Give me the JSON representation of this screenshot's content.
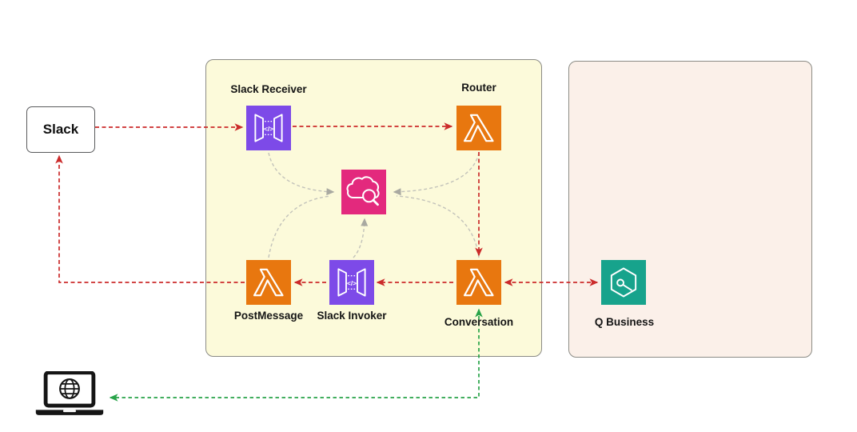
{
  "nodes": {
    "slack": {
      "label": "Slack"
    },
    "slack_receiver": {
      "label": "Slack Receiver",
      "icon": "api-gateway-icon"
    },
    "router": {
      "label": "Router",
      "icon": "lambda-icon"
    },
    "monitoring": {
      "icon": "cloudwatch-icon"
    },
    "post_message": {
      "label": "PostMessage",
      "icon": "lambda-icon"
    },
    "slack_invoker": {
      "label": "Slack Invoker",
      "icon": "api-gateway-icon"
    },
    "conversation": {
      "label": "Conversation",
      "icon": "lambda-icon"
    },
    "q_business": {
      "label": "Q Business",
      "icon": "q-business-icon"
    },
    "user_device": {
      "icon": "laptop-globe-icon"
    }
  },
  "icon_glyphs": {
    "api_gateway_code": "</>"
  },
  "colors": {
    "lambda": "#e8770f",
    "api_gateway": "#7d4ae8",
    "cloudwatch": "#e3297d",
    "q_business": "#17a38c",
    "group_yellow_bg": "#fcfada",
    "group_pink_bg": "#fbf0e9",
    "group_border": "#8b8b85",
    "red_arrow": "#cb2b2b",
    "green_arrow": "#27a348",
    "gray_arrow": "#c2c2ba",
    "icon_glyph": "#ffffff",
    "laptop": "#151515"
  },
  "connections": [
    {
      "from": "Slack",
      "to": "Slack Receiver",
      "style": "red-dashed"
    },
    {
      "from": "Slack Receiver",
      "to": "Router",
      "style": "red-dashed"
    },
    {
      "from": "Router",
      "to": "Conversation",
      "style": "red-dashed"
    },
    {
      "from": "Conversation",
      "to": "Q Business",
      "style": "red-dashed-bidirectional"
    },
    {
      "from": "Conversation",
      "to": "Slack Invoker",
      "style": "red-dashed"
    },
    {
      "from": "Slack Invoker",
      "to": "PostMessage",
      "style": "red-dashed"
    },
    {
      "from": "PostMessage",
      "to": "Slack",
      "style": "red-dashed"
    },
    {
      "from": "Conversation",
      "to": "User laptop",
      "style": "green-dashed-bidirectional"
    },
    {
      "from": "Slack Receiver",
      "to": "Monitoring",
      "style": "gray-dashed"
    },
    {
      "from": "Router",
      "to": "Monitoring",
      "style": "gray-dashed"
    },
    {
      "from": "PostMessage",
      "to": "Monitoring",
      "style": "gray-dashed"
    },
    {
      "from": "Slack Invoker",
      "to": "Monitoring",
      "style": "gray-dashed"
    },
    {
      "from": "Conversation",
      "to": "Monitoring",
      "style": "gray-dashed"
    }
  ]
}
